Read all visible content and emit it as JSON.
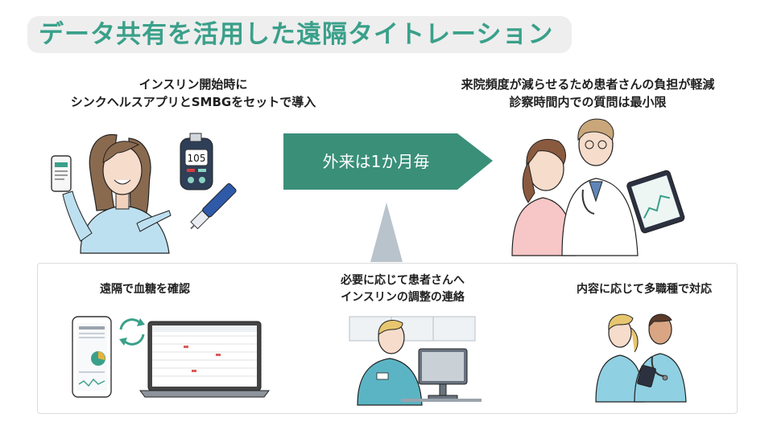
{
  "title": "データ共有を活用した遠隔タイトレーション",
  "left_caption": [
    "インスリン開始時に",
    "シンクヘルスアプリとSMBGをセットで導入"
  ],
  "right_caption": [
    "来院頻度が減らせるため患者さんの負担が軽減",
    "診察時間内での質問は最小限"
  ],
  "arrow_label": "外来は1か月毎",
  "meter_reading": "105",
  "panel": {
    "item1": "遠隔で血糖を確認",
    "item2": [
      "必要に応じて患者さんへ",
      "インスリンの調整の連絡"
    ],
    "item3": "内容に応じて多職種で対応"
  },
  "colors": {
    "accent": "#3aa08a",
    "arrow": "#3a8f79",
    "pill": "#eeeeee",
    "triangle": "#b9c3cc"
  }
}
